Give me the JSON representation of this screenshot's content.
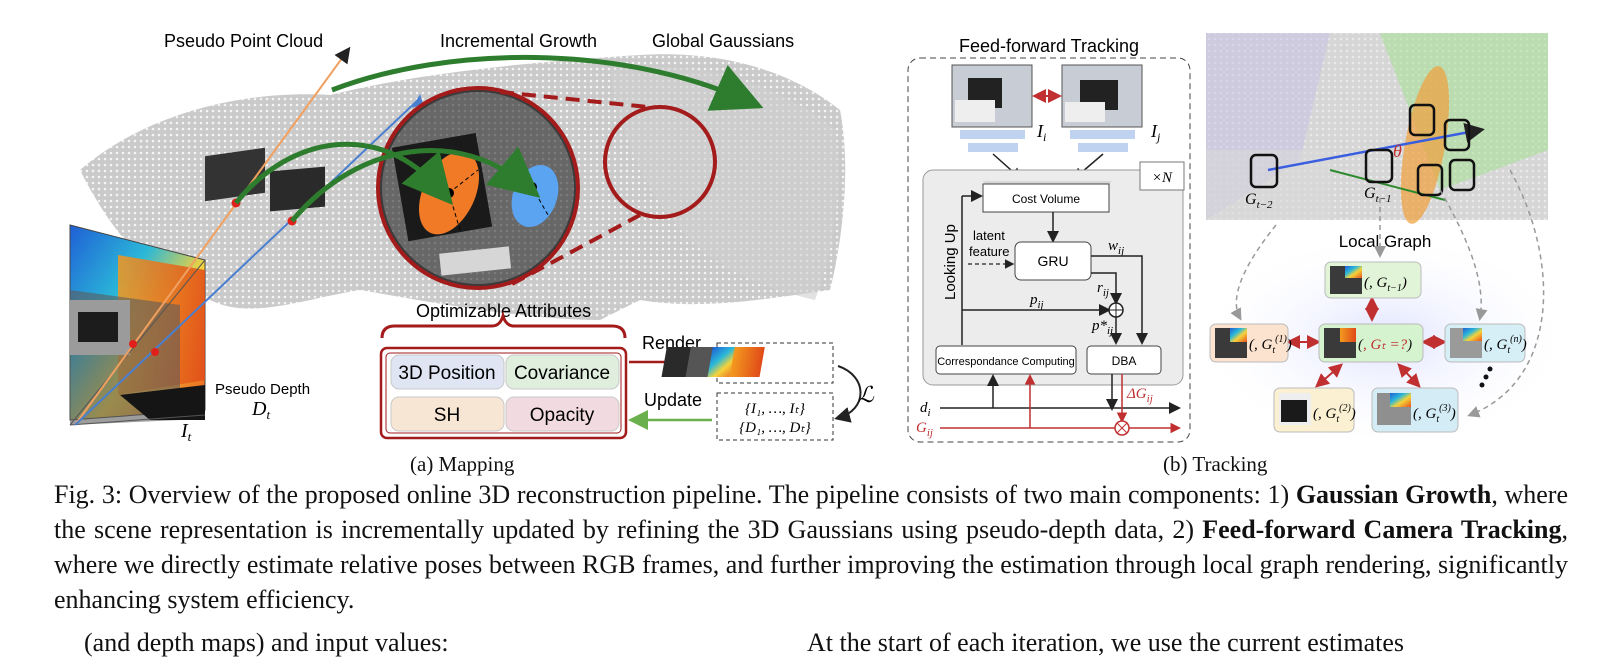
{
  "mapping": {
    "pseudo_point_cloud": "Pseudo Point Cloud",
    "incremental_growth": "Incremental Growth",
    "global_gaussians": "Global Gaussians",
    "optimizable_attributes": "Optimizable Attributes",
    "attr_position": "3D Position",
    "attr_covariance": "Covariance",
    "attr_sh": "SH",
    "attr_opacity": "Opacity",
    "render": "Render",
    "update": "Update",
    "pseudo_depth": "Pseudo Depth",
    "depth_symbol": "D",
    "depth_sub": "t",
    "frame_symbol": "I",
    "frame_sub": "t",
    "images_set": "{I₁, …, Iₜ}",
    "depths_set": "{D₁, …, Dₜ}",
    "loss": "ℒ",
    "colors": {
      "dark_red": "#a31b1b",
      "green": "#2e7d2e",
      "orange": "#f07020",
      "blue": "#3a7bd5"
    }
  },
  "tracking": {
    "title": "Feed-forward Tracking",
    "img_i": "I",
    "img_i_sub": "i",
    "img_j": "I",
    "img_j_sub": "j",
    "times_n": "×N",
    "cost_volume": "Cost Volume",
    "latent": "latent",
    "feature": "feature",
    "gru": "GRU",
    "looking_up": "Looking Up",
    "w_ij": "w",
    "w_sub": "ij",
    "r_ij": "r",
    "r_sub": "ij",
    "p_ij": "p",
    "p_sub": "ij",
    "p_star": "p*",
    "correspondance": "Correspondance Computing",
    "dba": "DBA",
    "d_i": "d",
    "d_sub": "i",
    "g_ij": "G",
    "g_sub": "ij",
    "delta_g": "ΔG",
    "delta_sub": "ij",
    "g_t2": "G",
    "g_t2_sub": "t−2",
    "g_t1": "G",
    "g_t1_sub": "t−1",
    "theta": "θ",
    "local_graph": "Local Graph",
    "node_top": ", G",
    "node_top_sub": "t−1",
    "node_center": ", Gₜ =?",
    "node_left_sub": "t",
    "node_left_sup": "(1)",
    "node_right_sub": "t",
    "node_right_sup": "(n)",
    "node_bl_sub": "t",
    "node_bl_sup": "(2)",
    "node_br_sub": "t",
    "node_br_sup": "(3)",
    "colors": {
      "red": "#b03030",
      "graph_line": "#888888"
    }
  },
  "subcaptions": {
    "a": "(a) Mapping",
    "b": "(b) Tracking"
  },
  "caption": {
    "lead": "Fig. 3: Overview of the proposed online 3D reconstruction pipeline. The pipeline consists of two main components: 1) ",
    "bold1": "Gaussian Growth",
    "mid": ", where the scene representation is incrementally updated by refining the 3D Gaussians using pseudo-depth data, 2) ",
    "bold2": "Feed-forward Camera Tracking",
    "tail": ", where we directly estimate relative poses between RGB frames, and further improving the estimation through local graph rendering, significantly enhancing system efficiency."
  },
  "next_line": {
    "left": "(and depth maps) and input values:",
    "right": "At the start of each iteration, we use the current estimates"
  }
}
